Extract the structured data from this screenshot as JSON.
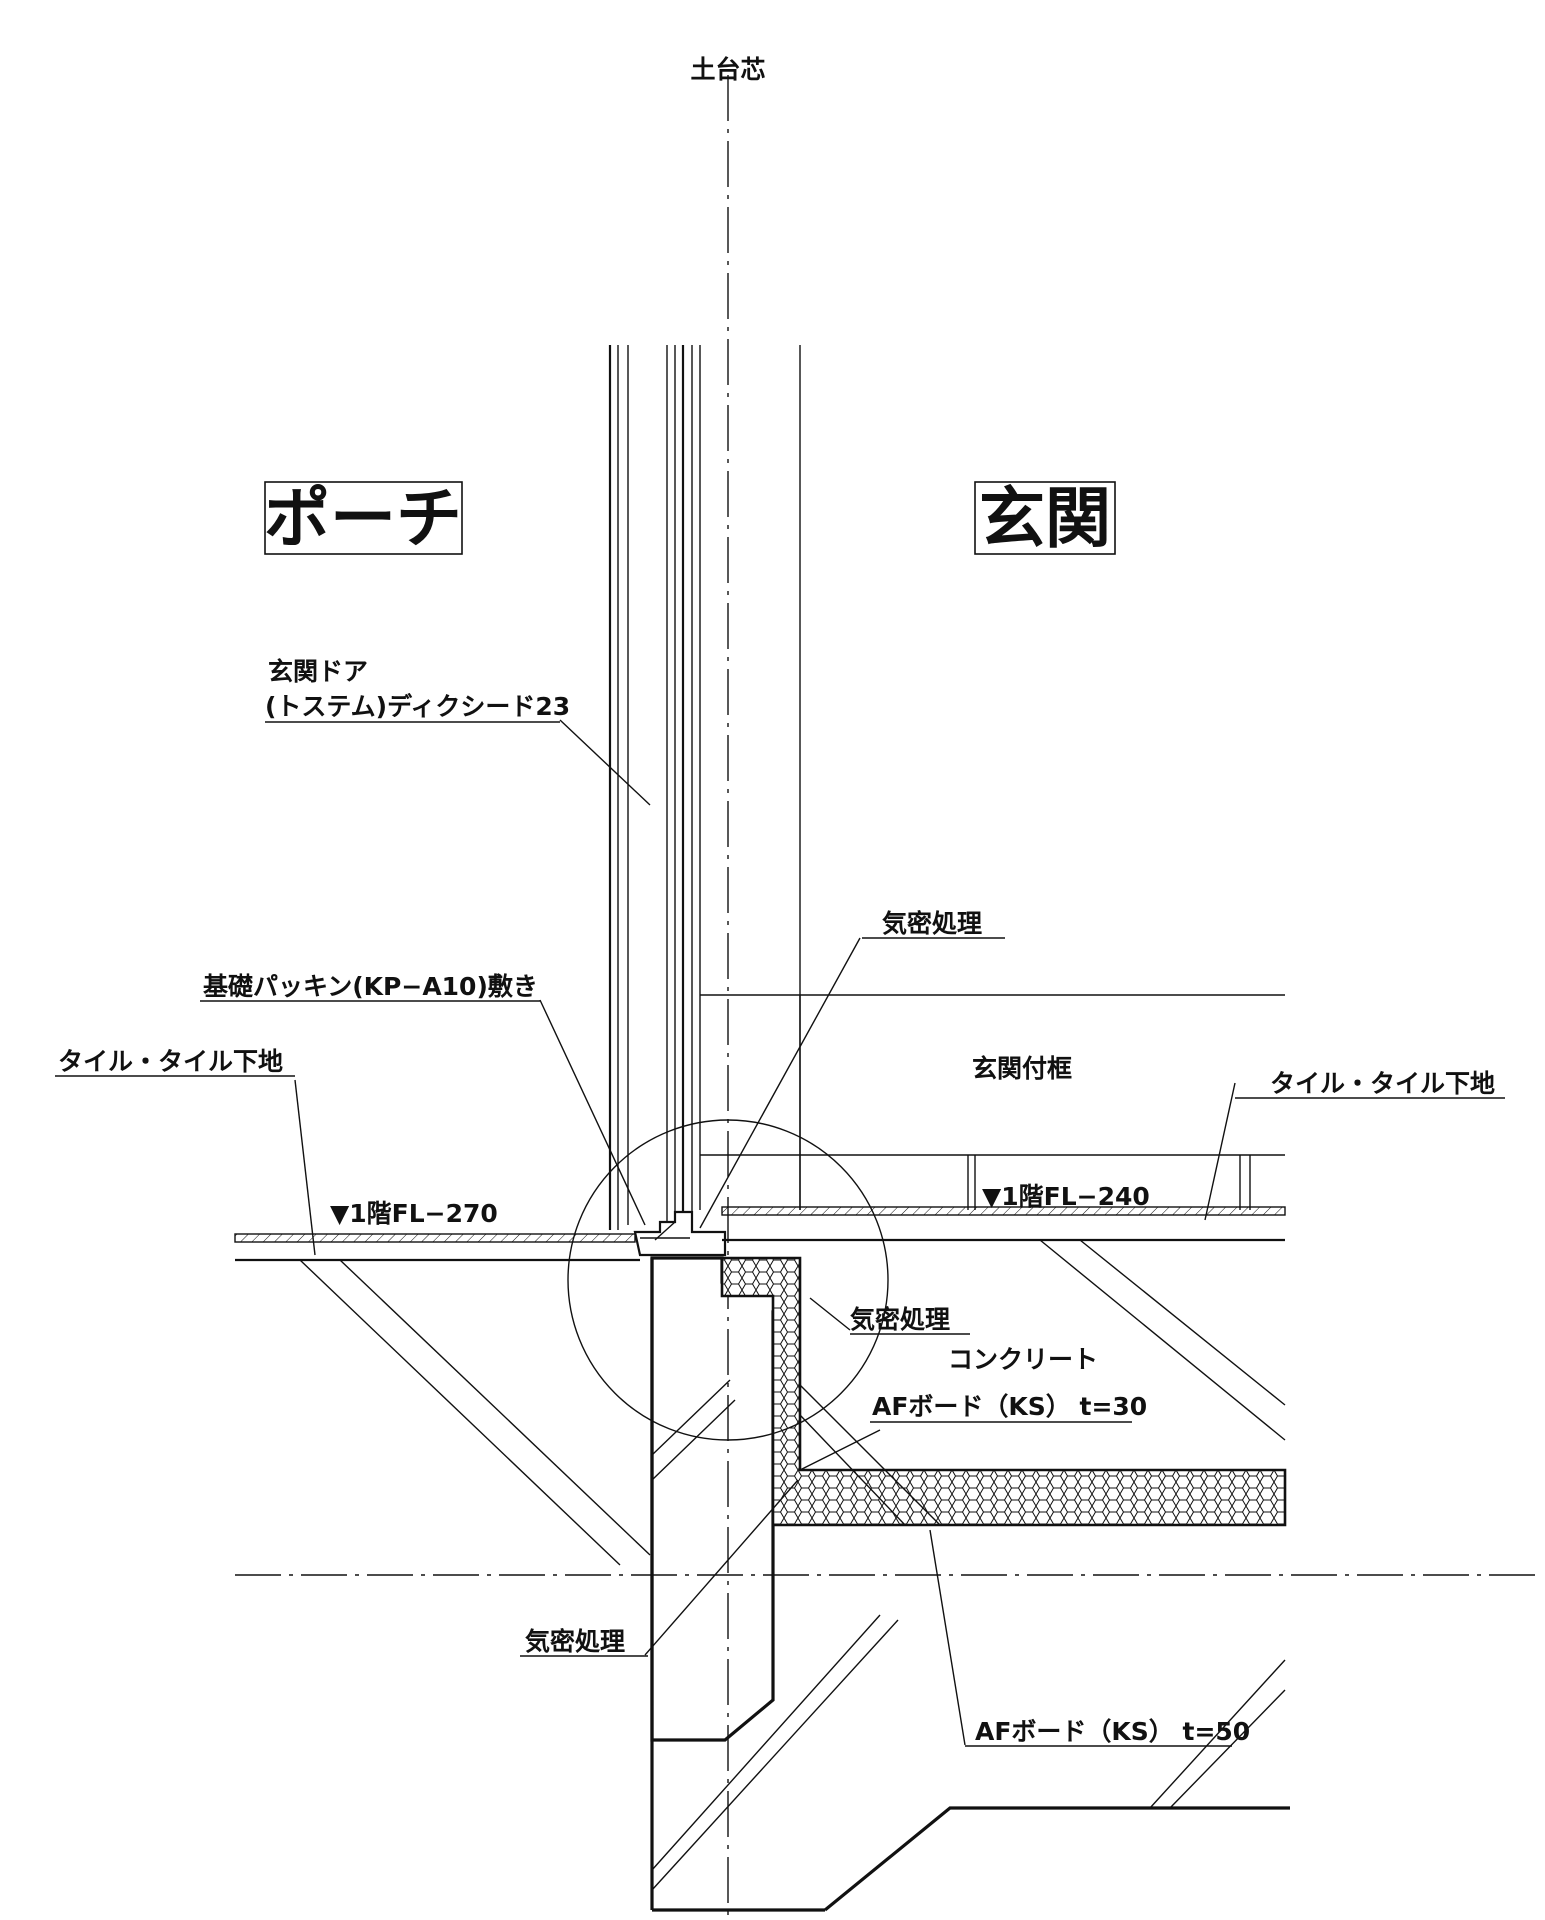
{
  "labels": {
    "centerline": "土台芯",
    "porch": "ポーチ",
    "entrance": "玄関",
    "door_line1": "玄関ドア",
    "door_line2": "(トステム)ディクシード23",
    "airtight_top": "気密処理",
    "packing": "基礎パッキン(KP−A10)敷き",
    "tile_left": "タイル・タイル下地",
    "frame": "玄関付框",
    "tile_right": "タイル・タイル下地",
    "level_left": "▼1階FL−270",
    "level_right": "▼1階FL−240",
    "airtight_mid": "気密処理",
    "concrete": "コンクリート",
    "board30": "AFボード（KS） t=30",
    "airtight_low": "気密処理",
    "board50": "AFボード（KS） t=50"
  },
  "colors": {
    "line": "#111111",
    "background": "#ffffff"
  }
}
